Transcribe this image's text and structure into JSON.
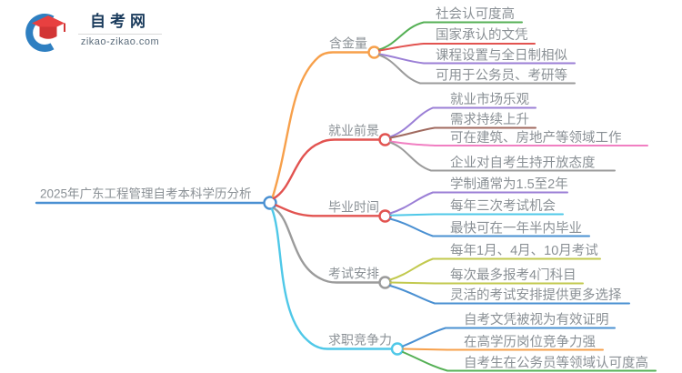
{
  "site": {
    "name": "自考网",
    "url": "zikao-zikao.com"
  },
  "central": {
    "title": "2025年广东工程管理自考本科学历分析"
  },
  "palette": {
    "primary": "#4a90d2",
    "text_gray": "#8a9095",
    "logo_blue": "#2e7fc1",
    "logo_red": "#e84040"
  },
  "branches": [
    {
      "label": "含金量",
      "color": "#f7a04b",
      "children": [
        {
          "text": "社会认可度高",
          "color": "#55b055"
        },
        {
          "text": "国家承认的文凭",
          "color": "#e25350"
        },
        {
          "text": "课程设置与全日制相似",
          "color": "#9b7fd6"
        },
        {
          "text": "可用于公务员、考研等",
          "color": "#9b9b9b"
        }
      ]
    },
    {
      "label": "就业前景",
      "color": "#e25350",
      "children": [
        {
          "text": "就业市场乐观",
          "color": "#9b7fd6"
        },
        {
          "text": "需求持续上升",
          "color": "#a06a5f"
        },
        {
          "text": "可在建筑、房地产等领域工作",
          "color": "#f17fc2"
        },
        {
          "text": "企业对自考生持开放态度",
          "color": "#9b9b9b"
        }
      ]
    },
    {
      "label": "毕业时间",
      "color": "#e25350",
      "children": [
        {
          "text": "学制通常为1.5至2年",
          "color": "#9b7fd6"
        },
        {
          "text": "每年三次考试机会",
          "color": "#4fc8e8"
        },
        {
          "text": "最快可在一年半内毕业",
          "color": "#4a90d2"
        }
      ]
    },
    {
      "label": "考试安排",
      "color": "#9b9b9b",
      "children": [
        {
          "text": "每年1月、4月、10月考试",
          "color": "#c2c94e"
        },
        {
          "text": "每次最多报考4门科目",
          "color": "#c2c94e"
        },
        {
          "text": "灵活的考试安排提供更多选择",
          "color": "#4a90d2"
        }
      ]
    },
    {
      "label": "求职竞争力",
      "color": "#4fc8e8",
      "children": [
        {
          "text": "自考文凭被视为有效证明",
          "color": "#4a90d2"
        },
        {
          "text": "在高学历岗位竞争力强",
          "color": "#f7a04b"
        },
        {
          "text": "自考生在公务员等领域认可度高",
          "color": "#55b055"
        }
      ]
    }
  ]
}
